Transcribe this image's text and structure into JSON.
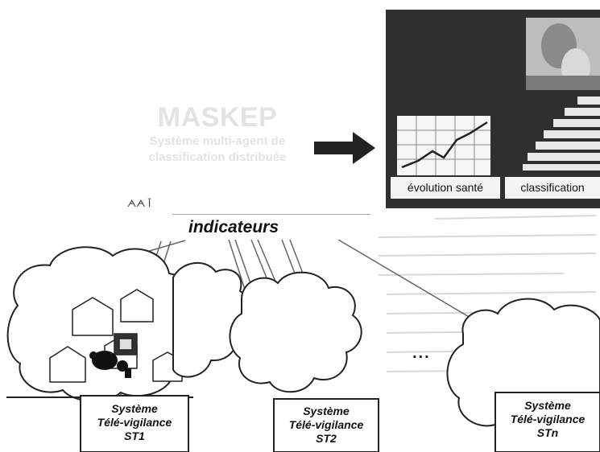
{
  "faint_title": "MASKEP",
  "faint_subtitle_line1": "Système multi-agent de",
  "faint_subtitle_line2": "classification distribuée",
  "stray_text": "ᗅᗅ  Î",
  "indicators_label": "indicateurs",
  "ellipsis": "...",
  "panel": {
    "btn_left": "évolution santé",
    "btn_right": "classification"
  },
  "systems": [
    {
      "line1": "Système",
      "line2": "Télé-vigilance",
      "line3": "ST1"
    },
    {
      "line1": "Système",
      "line2": "Télé-vigilance",
      "line3": "ST2"
    },
    {
      "line1": "Système",
      "line2": "Télé-vigilance",
      "line3": "STn"
    }
  ],
  "colors": {
    "panel_bg": "#2f2f30",
    "arrow": "#222222",
    "faint_text": "#e3e3e3"
  }
}
